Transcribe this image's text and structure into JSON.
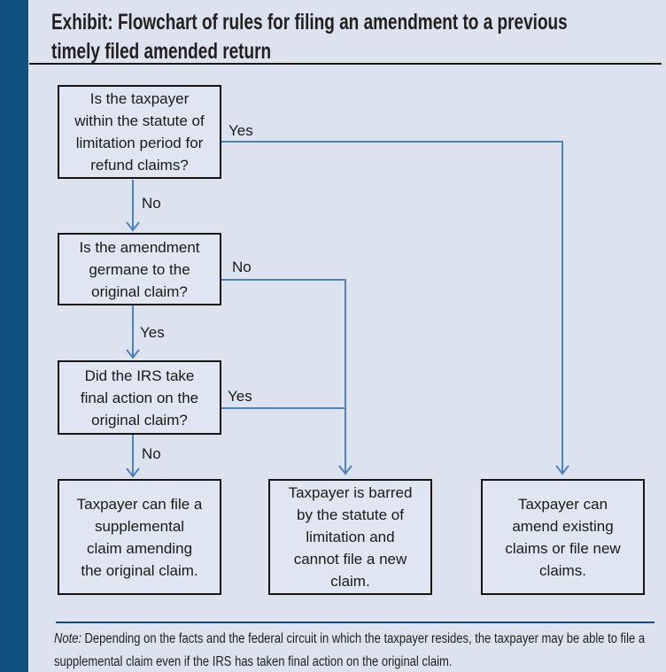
{
  "header": {
    "title_lines": [
      "Exhibit: Flowchart of rules for filing an amendment to a previous",
      "timely filed amended return"
    ]
  },
  "flow": {
    "q1": {
      "lines": [
        "Is the taxpayer",
        "within the statute of",
        "limitation period for",
        "refund claims?"
      ],
      "down_label": "No",
      "branch_label": "Yes"
    },
    "q2": {
      "lines": [
        "Is the amendment",
        "germane to the",
        "original claim?"
      ],
      "down_label": "Yes",
      "branch_label": "No"
    },
    "q3": {
      "lines": [
        "Did the IRS take",
        "final action on the",
        "original claim?"
      ],
      "down_label": "No",
      "branch_label": "Yes"
    },
    "r1": {
      "lines": [
        "Taxpayer can file a",
        "supplemental",
        "claim amending",
        "the original claim."
      ]
    },
    "r2": {
      "lines": [
        "Taxpayer is barred",
        "by the statute of",
        "limitation and",
        "cannot file a new",
        "claim."
      ]
    },
    "r3": {
      "lines": [
        "Taxpayer can",
        "amend existing",
        "claims or file new",
        "claims."
      ]
    }
  },
  "note": {
    "label": "Note:",
    "line1": "Depending on the facts and the federal circuit in which the taxpayer resides, the taxpayer may be able to file a",
    "line2": "supplemental claim even if the IRS has taken final action on the original claim."
  },
  "colors": {
    "background": "#dce3ee",
    "accent_bar": "#10517f",
    "connector_blue": "#4f81bd",
    "note_rule": "#17497a",
    "box_border": "#151515"
  }
}
